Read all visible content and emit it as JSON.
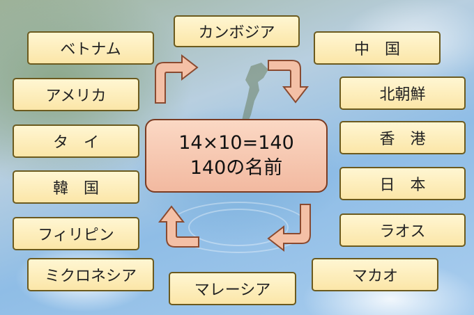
{
  "center": {
    "line1": "14×10=140",
    "line2": "140の名前"
  },
  "countries": [
    "ベトナム",
    "カンボジア",
    "中　国",
    "アメリカ",
    "北朝鮮",
    "タ　イ",
    "香　港",
    "韓　国",
    "日　本",
    "フィリピン",
    "ラオス",
    "ミクロネシア",
    "マレーシア",
    "マカオ"
  ],
  "colors": {
    "box_fill": "#fbe6a8",
    "box_border": "#6b5a1e",
    "center_fill": "#f2b9a0",
    "center_border": "#7a3b22",
    "arrow_fill": "#f4c0a6",
    "arrow_border": "#8a4a30"
  }
}
